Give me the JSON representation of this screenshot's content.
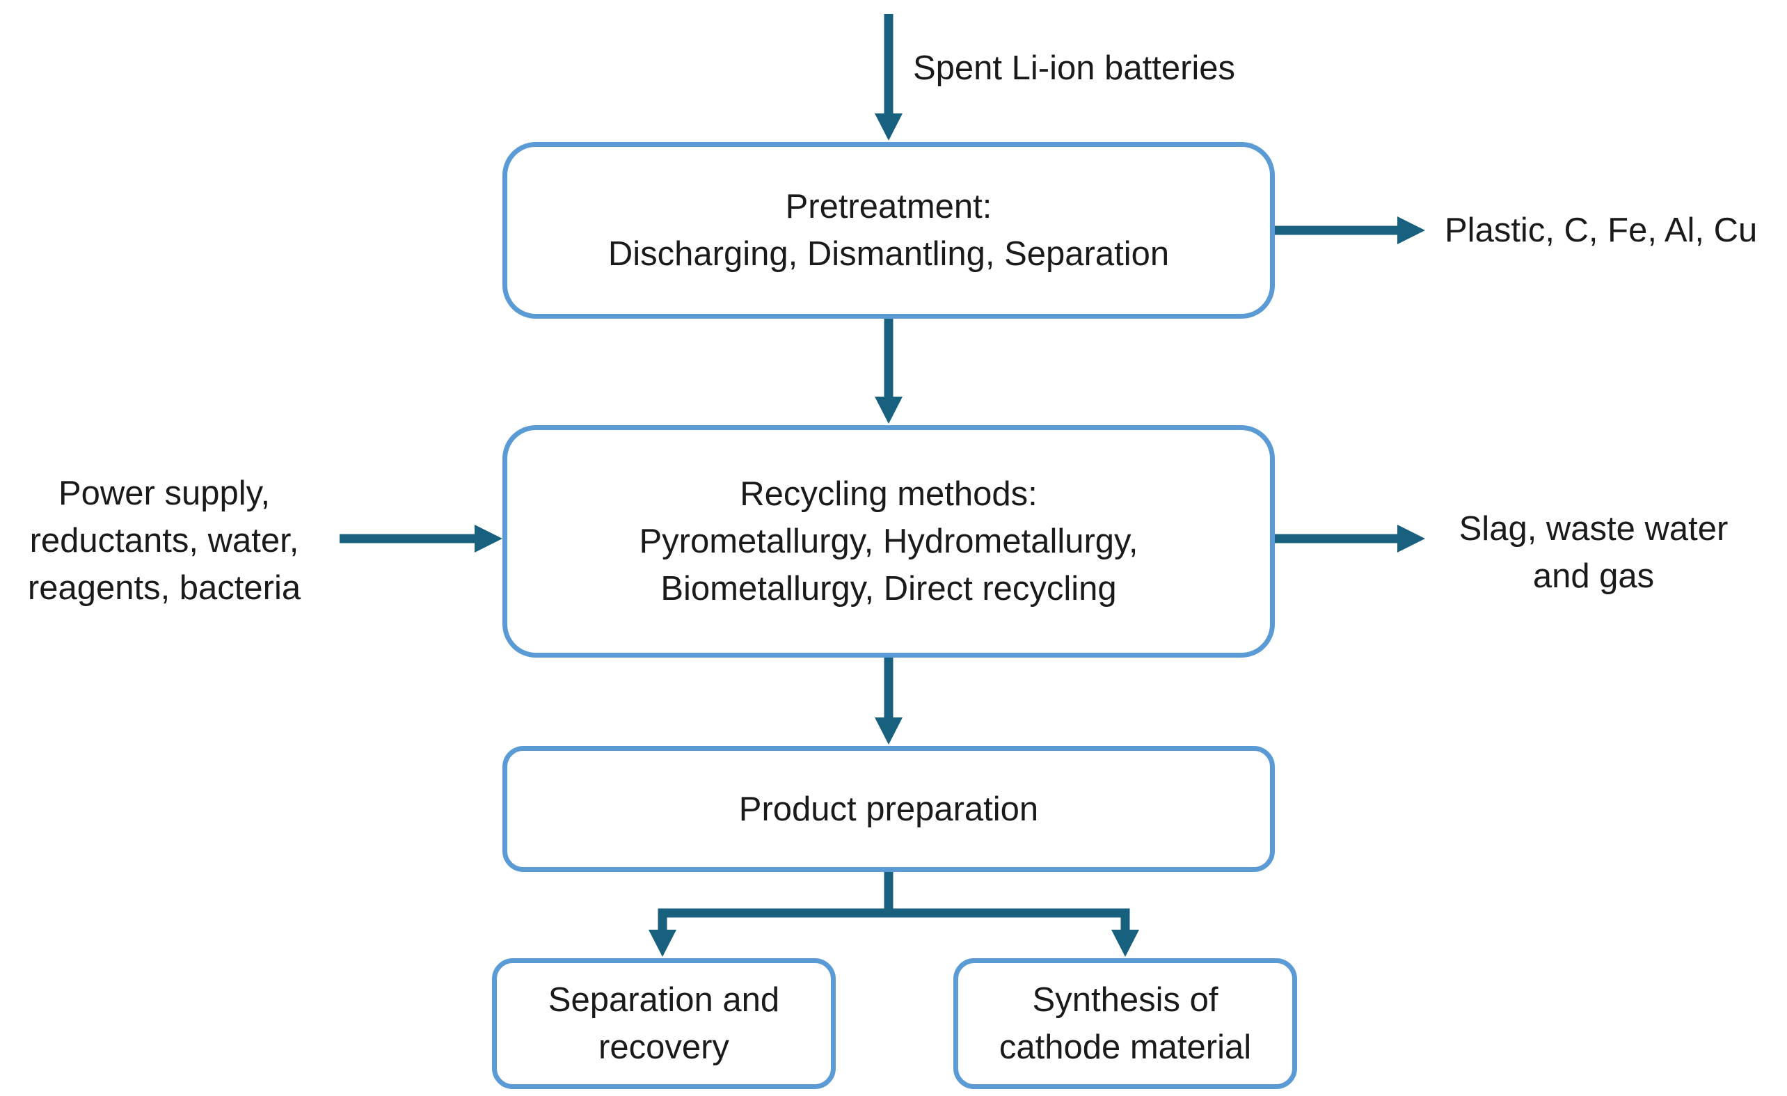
{
  "diagram": {
    "colors": {
      "box_border": "#5b9bd5",
      "arrow": "#17617f",
      "text": "#1a1a1a",
      "background": "#ffffff"
    },
    "input_label": "Spent Li-ion batteries",
    "pretreatment": {
      "title": "Pretreatment:",
      "steps": "Discharging, Dismantling, Separation",
      "output": "Plastic, C, Fe, Al, Cu"
    },
    "recycling": {
      "title": "Recycling methods:",
      "methods_line1": "Pyrometallurgy, Hydrometallurgy,",
      "methods_line2": "Biometallurgy, Direct recycling",
      "inputs": [
        "Power supply,",
        "reductants, water,",
        "reagents, bacteria"
      ],
      "outputs": [
        "Slag, waste water",
        "and gas"
      ]
    },
    "product_preparation": "Product preparation",
    "final_steps": {
      "separation": [
        "Separation and",
        "recovery"
      ],
      "synthesis": [
        "Synthesis of",
        "cathode material"
      ]
    }
  }
}
